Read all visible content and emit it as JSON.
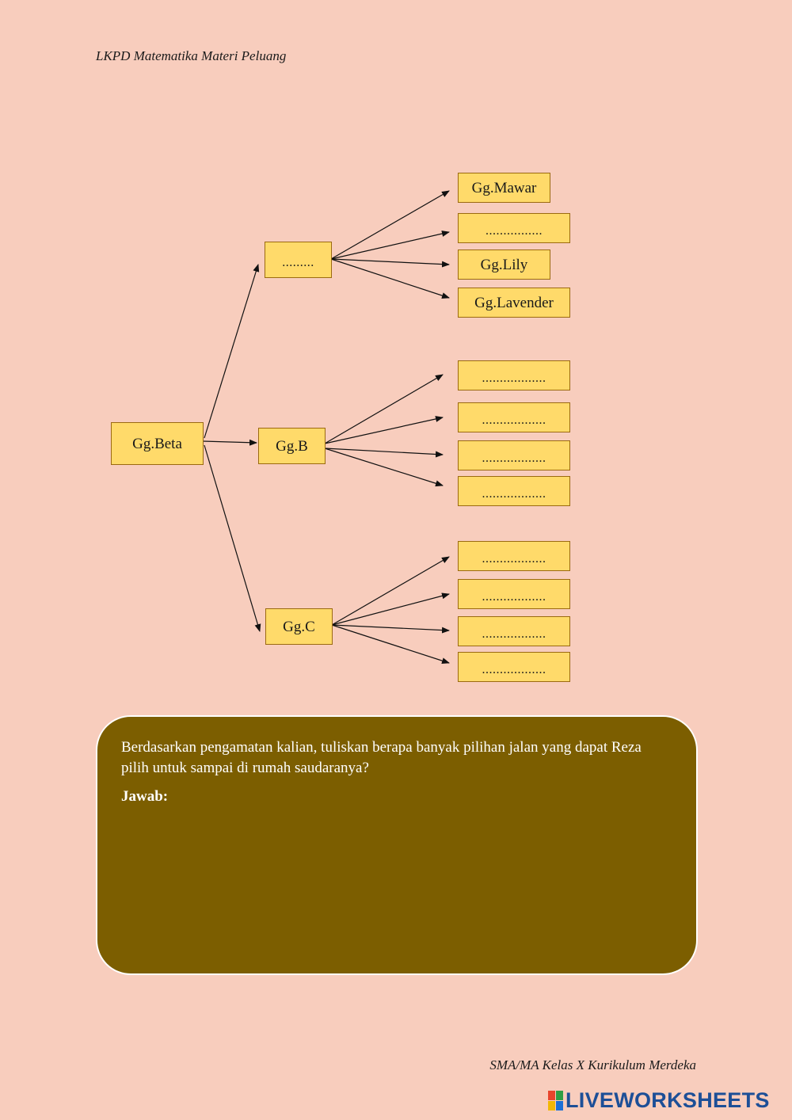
{
  "header": {
    "text": "LKPD Matematika Materi Peluang"
  },
  "footer": {
    "text": "SMA/MA Kelas X Kurikulum Merdeka"
  },
  "diagram": {
    "root": "Gg.Beta",
    "branch1": ".........",
    "branch2": "Gg.B",
    "branch3": "Gg.C",
    "branch1_leaves": [
      "Gg.Mawar",
      "................",
      "Gg.Lily",
      "Gg.Lavender"
    ],
    "branch2_leaves": [
      "..................",
      "..................",
      "..................",
      ".................."
    ],
    "branch3_leaves": [
      "..................",
      "..................",
      "..................",
      ".................."
    ]
  },
  "answer_panel": {
    "question": "Berdasarkan pengamatan kalian, tuliskan berapa banyak pilihan jalan yang dapat Reza pilih untuk sampai di rumah saudaranya?",
    "answer_label": "Jawab:"
  },
  "branding": {
    "logo_colors": [
      "#e8452c",
      "#2f9e44",
      "#f2b705",
      "#1d6fd6"
    ],
    "text": "LIVEWORKSHEETS",
    "color": "#1d4f97"
  }
}
